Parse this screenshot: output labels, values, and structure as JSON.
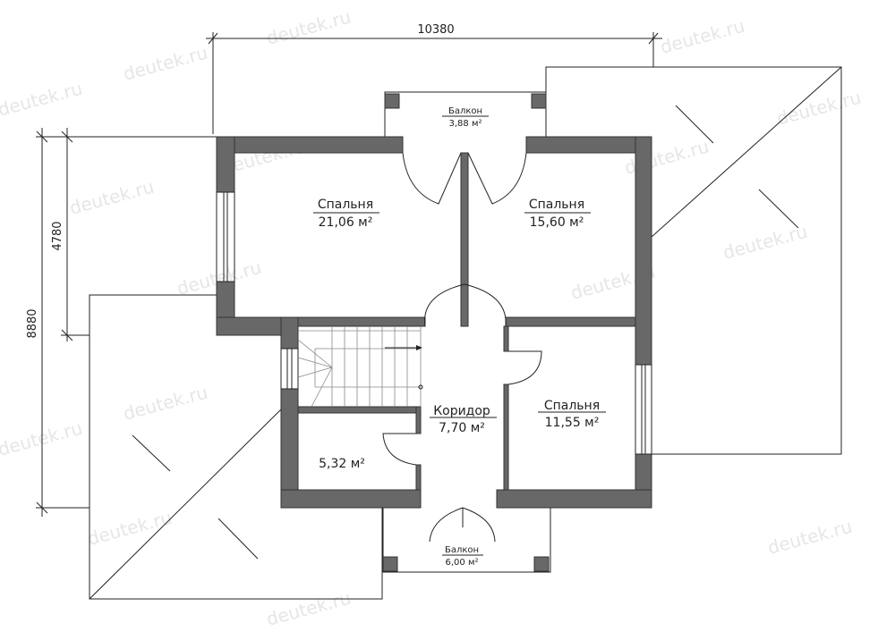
{
  "dimensions": {
    "width_total": "10380",
    "height_total": "8880",
    "height_partial": "4780"
  },
  "rooms": [
    {
      "name": "Спальня",
      "area": "21,06 м²"
    },
    {
      "name": "Спальня",
      "area": "15,60 м²"
    },
    {
      "name": "Спальня",
      "area": "11,55 м²"
    },
    {
      "name": "Коридор",
      "area": "7,70 м²"
    },
    {
      "name": "",
      "area": "5,32 м²"
    }
  ],
  "balconies": [
    {
      "name": "Балкон",
      "area": "3,88 м²"
    },
    {
      "name": "Балкон",
      "area": "6,00 м²"
    }
  ],
  "watermark": "deutek.ru",
  "colors": {
    "wall": "#686868",
    "line": "#222222"
  }
}
